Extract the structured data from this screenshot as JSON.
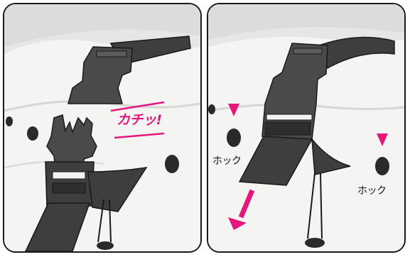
{
  "left_panel": {
    "sound_text": "カチッ!"
  },
  "right_panel": {
    "hook_label_left": "ホック",
    "hook_label_right": "ホック"
  },
  "colors": {
    "accent": "#e4177d",
    "buckle": "#4a4a4a",
    "fabric": "#f2f2f0",
    "outline": "#1a1a1a"
  }
}
